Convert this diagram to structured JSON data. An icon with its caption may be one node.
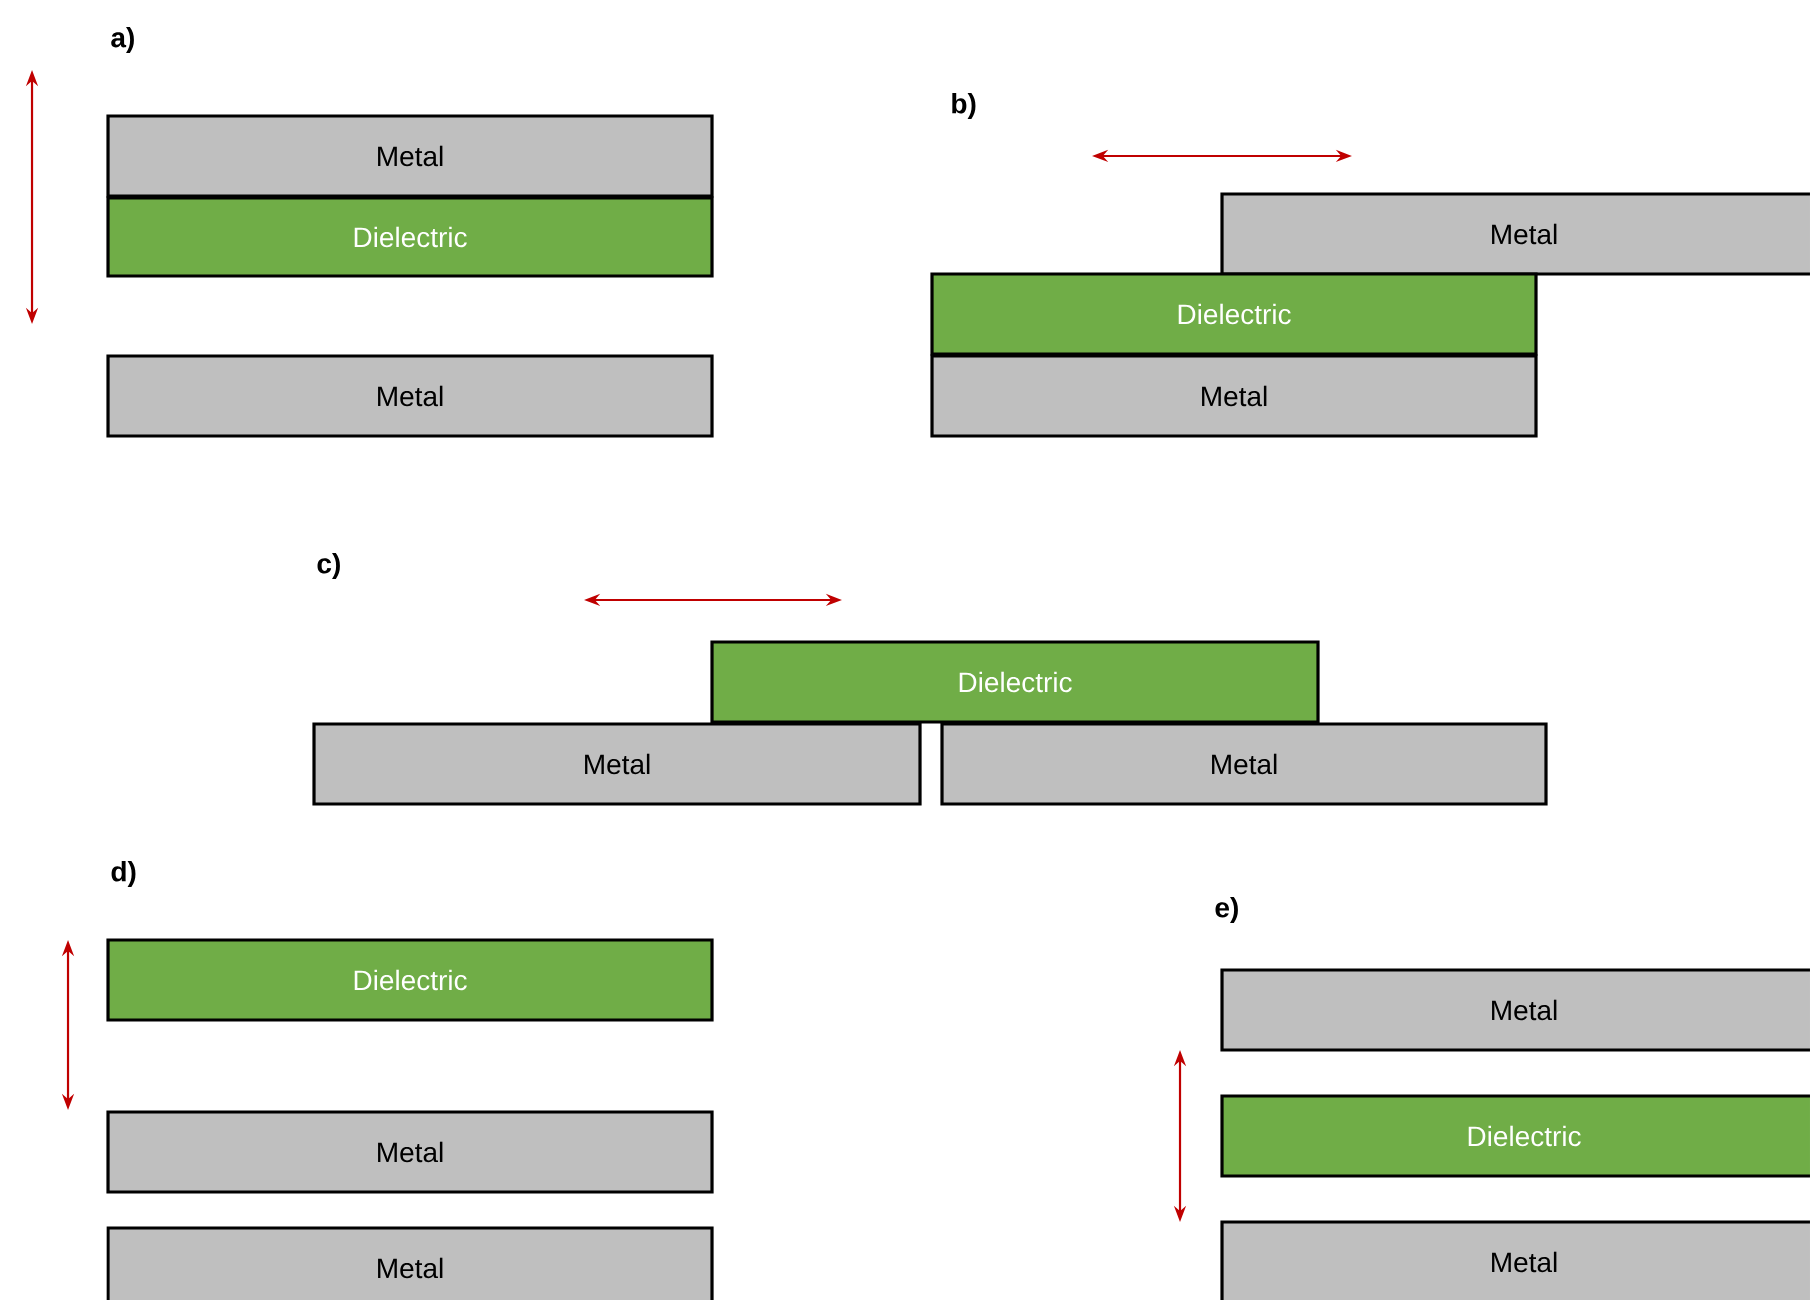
{
  "diagram": {
    "nodes": [
      {
        "text": [
          "Metal"
        ]
      },
      {
        "text": [
          "Dielectric"
        ]
      },
      {
        "text": [
          "Metal"
        ]
      },
      {
        "text": [
          "Metal"
        ]
      },
      {
        "text": [
          "Dielectric"
        ]
      },
      {
        "text": [
          "Metal"
        ]
      },
      {
        "text": [
          "Dielectric"
        ]
      },
      {
        "text": [
          "Metal"
        ]
      },
      {
        "text": [
          "Metal"
        ]
      },
      {
        "text": [
          "Dielectric"
        ]
      },
      {
        "text": [
          "Metal"
        ]
      },
      {
        "text": [
          "Metal"
        ]
      },
      {
        "text": [
          "Metal"
        ]
      },
      {
        "text": [
          "Dielectric"
        ]
      },
      {
        "text": [
          "Metal"
        ]
      }
    ],
    "edges": [],
    "labels": [
      "a)",
      "b)",
      "c)",
      "d)",
      "e)"
    ]
  }
}
